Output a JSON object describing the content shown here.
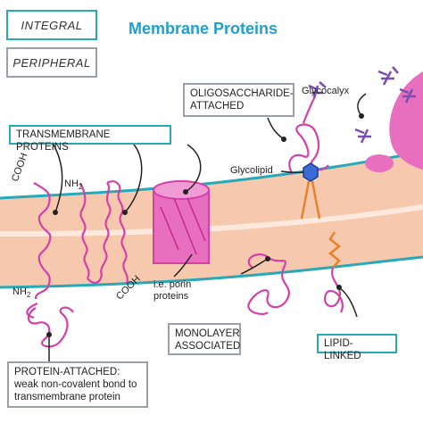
{
  "title": "Membrane Proteins",
  "legend": {
    "integral": "INTEGRAL",
    "peripheral": "PERIPHERAL"
  },
  "callouts": {
    "oligosaccharide_line1": "OLIGOSACCHARIDE-",
    "oligosaccharide_line2": "ATTACHED",
    "transmembrane": "TRANSMEMBRANE PROTEINS",
    "monolayer_line1": "MONOLAYER",
    "monolayer_line2": "ASSOCIATED",
    "lipid_linked": "LIPID-LINKED",
    "protein_attached_line1": "PROTEIN-ATTACHED:",
    "protein_attached_line2": "weak non-covalent bond to",
    "protein_attached_line3": "transmembrane protein"
  },
  "labels": {
    "glycocalyx": "Glycocalyx",
    "glycolipid": "Glycolipid",
    "cooh_top": "COOH",
    "nh2_top": "NH",
    "nh2_top_sub": "2",
    "nh2_bottom": "NH",
    "nh2_bottom_sub": "2",
    "cooh_bottom": "COOH",
    "porin_line1": "i.e. porin",
    "porin_line2": "proteins"
  },
  "colors": {
    "accent_teal": "#27a9b8",
    "peripheral_gray": "#9a9fb0",
    "protein_pink": "#d63fa8",
    "membrane_peach": "#f6c9ae",
    "sugar_purple": "#7a4db0",
    "glycolipid_blue": "#3d6bd6",
    "lipid_orange": "#e8822a",
    "title_blue": "#1fa0cf"
  }
}
